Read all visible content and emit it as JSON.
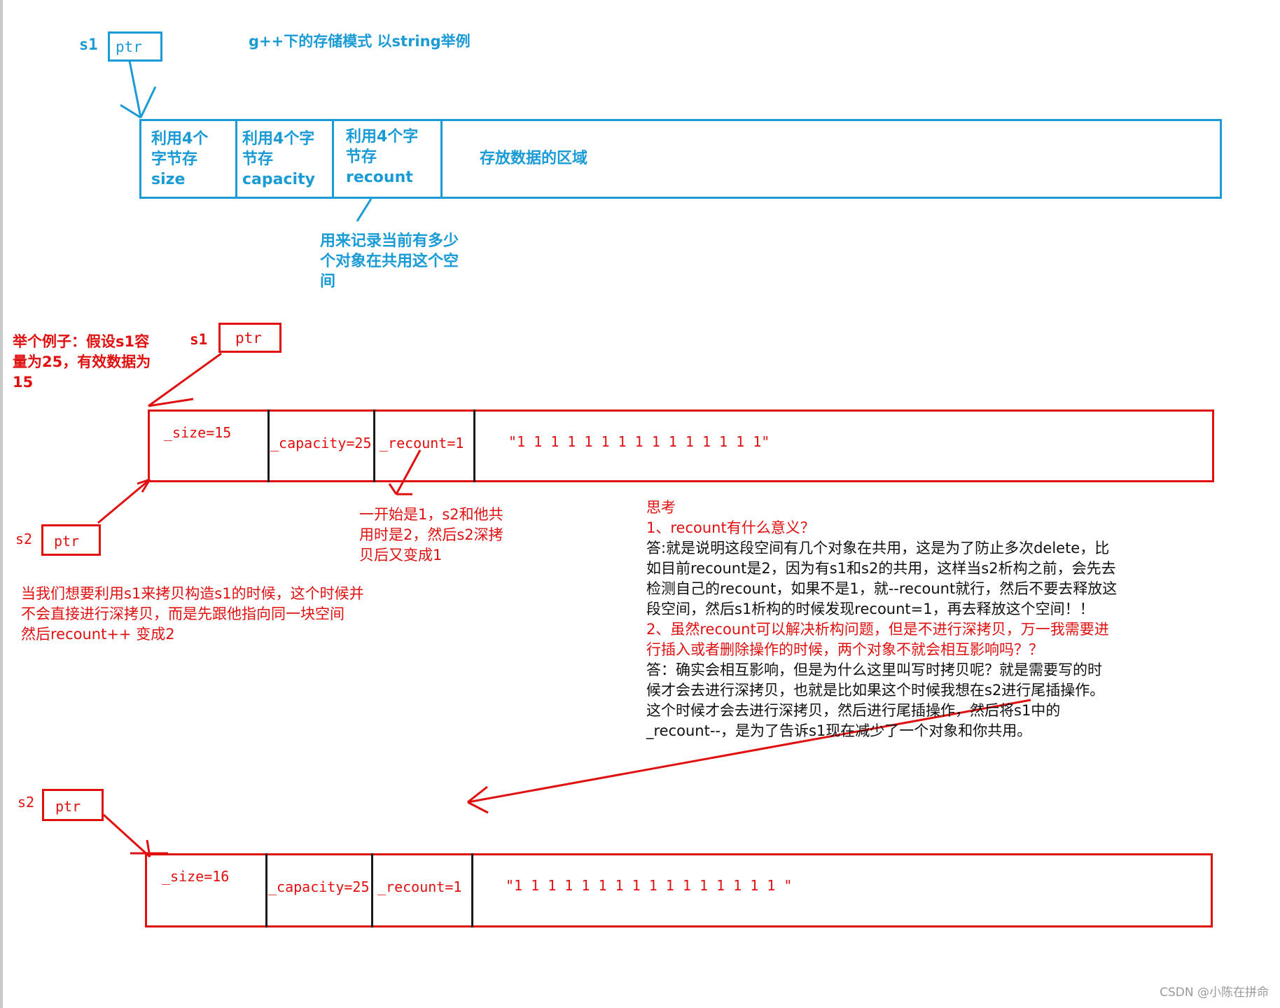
{
  "top": {
    "s1_label": "s1",
    "ptr_label": "ptr",
    "title": "g++下的存储模式   以string举例",
    "cells": [
      "利用4个\n字节存\nsize",
      "利用4个字\n节存\ncapacity",
      "利用4个字\n节存\nrecount",
      "存放数据的区域"
    ],
    "note": "用来记录当前有多少\n个对象在共用这个空\n间"
  },
  "middle": {
    "example": "举个例子：假设s1容\n量为25，有效数据为\n15",
    "s1_label": "s1",
    "s1_ptr": "ptr",
    "s2_label": "s2",
    "s2_ptr": "ptr",
    "cells": [
      "_size=15",
      "_capacity=25",
      "_recount=1",
      "\"1 1 1 1 1 1 1 1 1 1 1 1 1 1 1\""
    ],
    "recount_note": "一开始是1，s2和他共\n用时是2，然后s2深拷\n贝后又变成1",
    "copy_note": "当我们想要利用s1来拷贝构造s1的时候，这个时候并\n不会直接进行深拷贝，而是先跟他指向同一块空间\n 然后recount++ 变成2"
  },
  "thinking": {
    "heading": "思考",
    "q1": "1、recount有什么意义？",
    "a1": "答:就是说明这段空间有几个对象在共用，这是为了防止多次delete，比\n如目前recount是2，因为有s1和s2的共用，这样当s2析构之前，会先去\n检测自己的recount，如果不是1，就--recount就行，然后不要去释放这\n段空间，然后s1析构的时候发现recount=1，再去释放这个空间！！",
    "q2": "2、虽然recount可以解决析构问题，但是不进行深拷贝，万一我需要进\n行插入或者删除操作的时候，两个对象不就会相互影响吗？？",
    "a2": "答：确实会相互影响，但是为什么这里叫写时拷贝呢？就是需要写的时\n候才会去进行深拷贝，也就是比如果这个时候我想在s2进行尾插操作。\n这个时候才会去进行深拷贝，然后进行尾插操作，然后将s1中的\n_recount--，是为了告诉s1现在减少了一个对象和你共用。"
  },
  "bottom": {
    "s2_label": "s2",
    "s2_ptr": "ptr",
    "cells": [
      "_size=16",
      "_capacity=25",
      "_recount=1",
      "\"1 1 1 1 1 1 1 1 1 1 1 1 1 1 1  1  \""
    ]
  },
  "watermark": "CSDN @⁣⁣小陈在拼命⁣⁣",
  "colors": {
    "blue": "#1a9bd6",
    "red": "#e01010",
    "black": "#111111"
  }
}
